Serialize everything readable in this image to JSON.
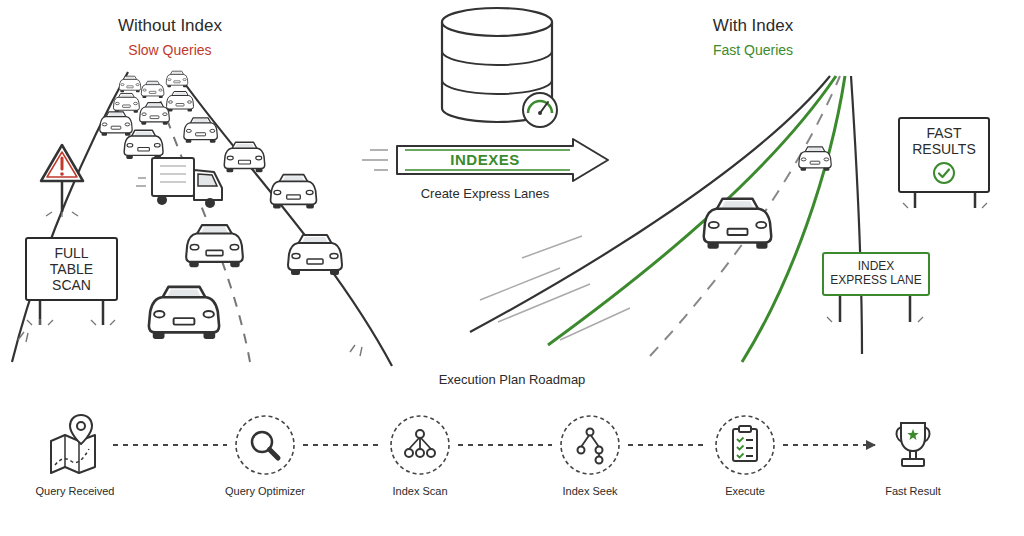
{
  "diagram": {
    "nodes": [
      {
        "text": [
          "INDEXES",
          "Create Express Lanes"
        ]
      },
      {
        "text": [
          "FAST RESULTS"
        ]
      },
      {
        "text": [
          "FULL TABLE SCAN"
        ]
      },
      {
        "text": [
          "INDEX EXPRESS LANE"
        ]
      },
      {
        "text": [
          "Query Received"
        ]
      },
      {
        "text": [
          "Query Optimizer"
        ]
      },
      {
        "text": [
          "Index Scan"
        ]
      },
      {
        "text": [
          "Index Seek"
        ]
      },
      {
        "text": [
          "Execute"
        ]
      },
      {
        "text": [
          "Fast Result"
        ]
      }
    ],
    "edges": [
      {
        "from": 4,
        "to": 5,
        "arrow": "none"
      },
      {
        "from": 5,
        "to": 6,
        "arrow": "none"
      },
      {
        "from": 6,
        "to": 7,
        "arrow": "none"
      },
      {
        "from": 7,
        "to": 8,
        "arrow": "none"
      },
      {
        "from": 8,
        "to": 9,
        "arrow": "to"
      }
    ],
    "labels": [
      "Without Index",
      "Slow Queries",
      "With Index",
      "Fast Queries",
      "Execution Plan Roadmap"
    ]
  }
}
